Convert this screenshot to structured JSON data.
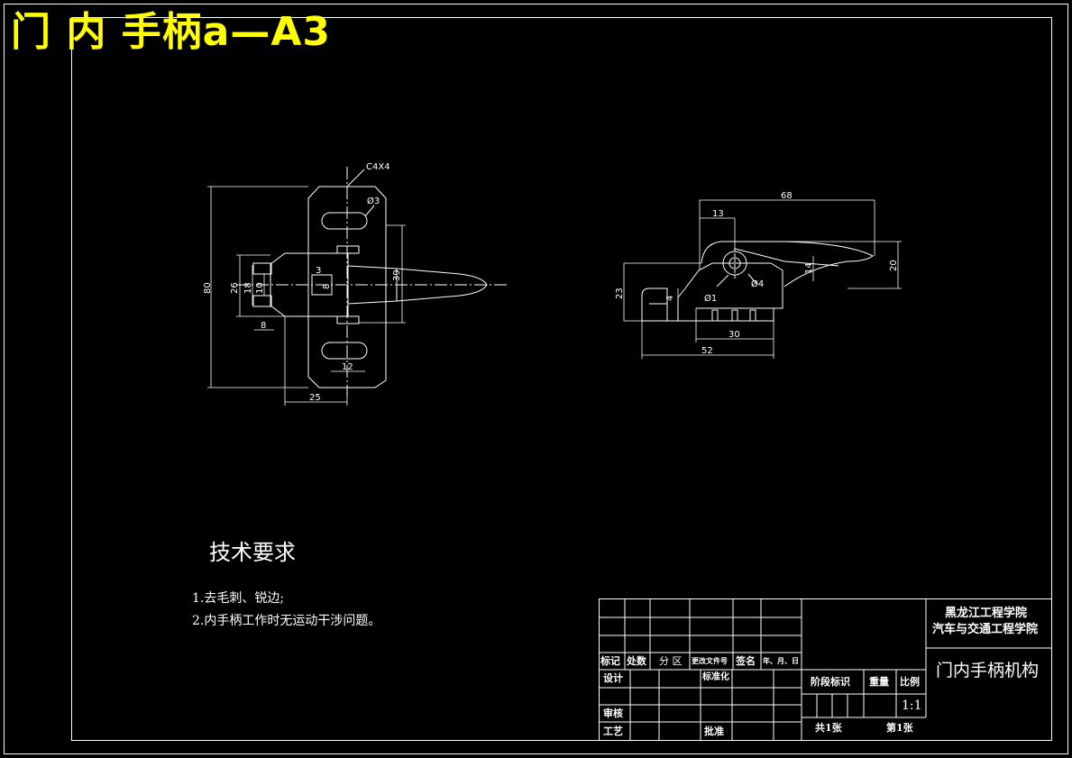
{
  "title": "门 内 手柄a—A3",
  "tech_requirements": {
    "heading": "技术要求",
    "items": [
      "1.去毛刺、锐边;",
      "2.内手柄工作时无运动干涉问题。"
    ]
  },
  "front_view_dims": {
    "chamfer": "C4X4",
    "hole_dia": "Ø3",
    "height_80": "80",
    "height_26": "26",
    "height_18": "18",
    "height_10": "10",
    "width_3": "3",
    "depth_8a": "8",
    "height_39": "39",
    "depth_8b": "8",
    "width_12": "12",
    "width_25": "25"
  },
  "side_view_dims": {
    "len_68": "68",
    "len_13": "13",
    "h_20": "20",
    "h_14": "14",
    "dia_4": "Ø4",
    "dia_1": "Ø1",
    "h_23": "23",
    "h_4": "4",
    "len_30": "30",
    "len_52": "52"
  },
  "title_block": {
    "school_line1": "黑龙江工程学院",
    "school_line2": "汽车与交通工程学院",
    "drawing_name": "门内手柄机构",
    "hdr_mark": "标记",
    "hdr_count": "处数",
    "hdr_zone": "分 区",
    "hdr_docno": "更改文件号",
    "hdr_sign": "签名",
    "hdr_date": "年、月、日",
    "design": "设计",
    "standard": "标准化",
    "review": "审核",
    "process": "工艺",
    "approve": "批准",
    "stage": "阶段标识",
    "weight": "重量",
    "scale_label": "比例",
    "scale": "1:1",
    "total_sheets": "共1张",
    "sheet_no": "第1张"
  },
  "colors": {
    "background": "#000000",
    "lines": "#ffffff",
    "title": "#ffff00"
  }
}
